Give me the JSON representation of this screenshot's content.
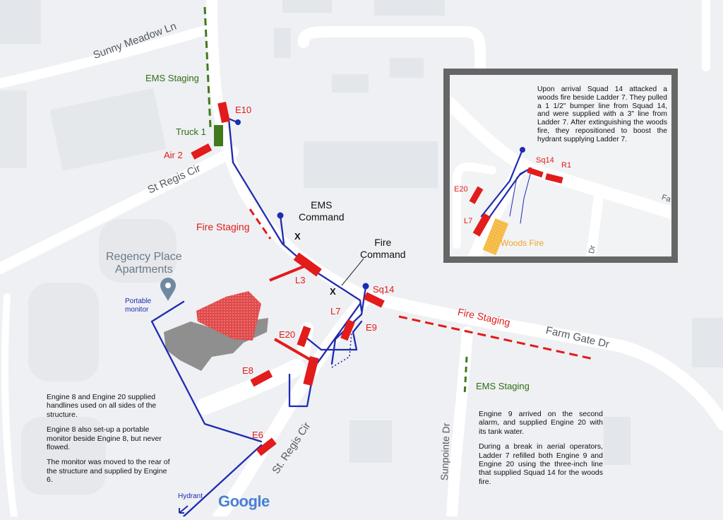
{
  "roads": {
    "sunny_meadow": "Sunny Meadow Ln",
    "st_regis_cir_top": "St Regis Cir",
    "st_regis_cir_bottom": "St. Regis Cir",
    "farm_gate": "Farm Gate Dr",
    "sunpointe": "Sunpointe Dr"
  },
  "places": {
    "apartments_line1": "Regency Place",
    "apartments_line2": "Apartments",
    "portable_monitor_line1": "Portable",
    "portable_monitor_line2": "monitor",
    "hydrant": "Hydrant",
    "map_logo": "Google"
  },
  "units": {
    "e10": "E10",
    "truck1": "Truck 1",
    "air2": "Air 2",
    "l3": "L3",
    "l7": "L7",
    "sq14": "Sq14",
    "e9": "E9",
    "e20": "E20",
    "e8": "E8",
    "e6": "E6"
  },
  "staging": {
    "ems_top": "EMS Staging",
    "ems_bottom": "EMS Staging",
    "fire_left": "Fire Staging",
    "fire_right": "Fire Staging"
  },
  "command": {
    "ems_line1": "EMS",
    "ems_line2": "Command",
    "fire_line1": "Fire",
    "fire_line2": "Command",
    "marker": "X"
  },
  "notes": {
    "left_p1": "Engine 8 and Engine 20 supplied handlines used on all sides of the structure.",
    "left_p2": "Engine 8 also set-up a portable monitor beside Engine 8, but never flowed.",
    "left_p3": "The monitor was moved to the rear of the structure and supplied by Engine 6.",
    "right_p1": "Engine 9 arrived on the second alarm, and supplied Engine 20 with its tank water.",
    "right_p2": "During a break in aerial operators, Ladder 7 refilled both Engine 9 and Engine 20 using the three-inch line that supplied Squad 14 for the woods fire."
  },
  "inset": {
    "note": "Upon arrival Squad 14 attacked a woods fire beside Ladder 7. They pulled a 1 1/2\" bumper line from Squad 14, and were supplied with a 3\" line from Ladder 7.  After extinguishing the woods fire, they repositioned to boost the hydrant supplying Ladder 7.",
    "sq14": "Sq14",
    "r1": "R1",
    "e20": "E20",
    "l7": "L7",
    "woods_fire": "Woods Fire",
    "road_fa": "Fa",
    "road_dr": "Dr"
  },
  "colors": {
    "apparatus": "#e21b1b",
    "hose": "#1f2bb0",
    "staging_green": "#3f7a1c",
    "fire_area": "#e04a4a",
    "woods_fire": "#f4b942",
    "building": "#8f8f8f",
    "inset_border": "#666666"
  },
  "icons": {
    "location_pin": "map-pin-icon",
    "hydrant_arrow": "arrow-down-left-icon",
    "scene_marker": "x-marker-icon"
  }
}
